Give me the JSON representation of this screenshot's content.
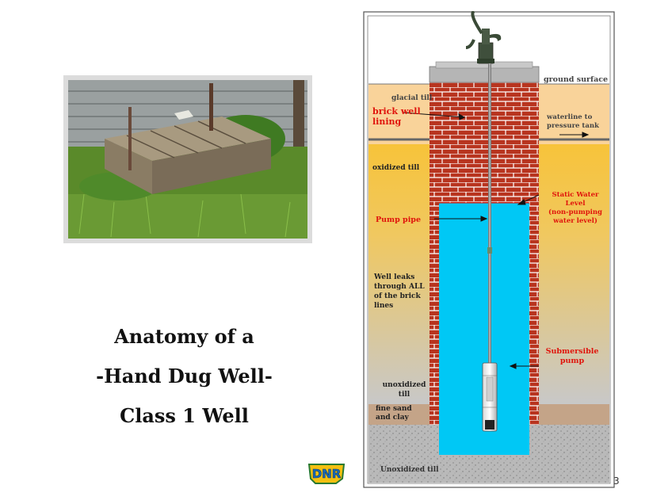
{
  "title": {
    "line1": "Anatomy of a",
    "line2": "-Hand Dug Well-",
    "line3": "Class 1 Well"
  },
  "logo": {
    "text": "DNR"
  },
  "page_number": "3",
  "diagram": {
    "labels": {
      "ground_surface": "ground surface",
      "glacial_till": "glacial till",
      "brick_lining_1": "brick well",
      "brick_lining_2": "lining",
      "waterline_1": "waterline to",
      "waterline_2": "pressure tank",
      "oxidized_till": "oxidized till",
      "static_1": "Static Water",
      "static_2": "Level",
      "static_3": "(non-pumping",
      "static_4": "water level)",
      "pump_pipe": "Pump pipe",
      "leaks_1": "Well leaks",
      "leaks_2": "through ALL",
      "leaks_3": "of the brick",
      "leaks_4": "lines",
      "submersible_1": "Submersible",
      "submersible_2": "pump",
      "unoxidized_1": "unoxidized",
      "unoxidized_2": "till",
      "fine_sand_1": "fine sand",
      "fine_sand_2": "and clay",
      "unoxidized_bottom": "Unoxidized till"
    },
    "colors": {
      "glacial_till": "#f9d39a",
      "oxidized_till": "#f7c33a",
      "water": "#00c8f5",
      "brick": "#b8341f",
      "fine_sand": "#c4a488",
      "gravel": "#b9b9b9",
      "red_label": "#e0140c"
    }
  }
}
